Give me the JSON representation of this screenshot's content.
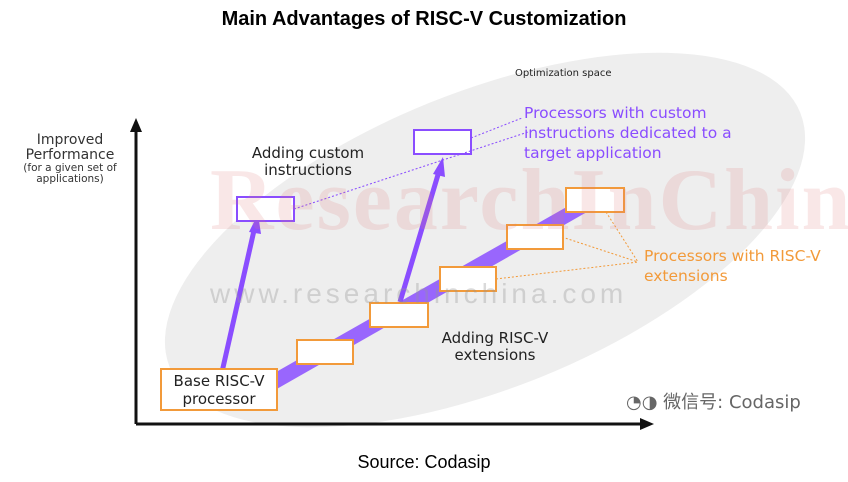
{
  "title": "Main Advantages of RISC-V Customization",
  "source": "Source: Codasip",
  "diagram": {
    "y_axis_label": "Improved Performance",
    "y_axis_sublabel": "(for a given set of applications)",
    "optimization_space_label": "Optimization space",
    "adding_custom_label": "Adding custom instructions",
    "adding_riscv_label": "Adding RISC-V extensions",
    "base_processor_label": "Base RISC-V processor",
    "custom_processors_label": "Processors with custom instructions dedicated to a target application",
    "riscv_processors_label": "Processors with RISC-V extensions",
    "colors": {
      "purple": "#8a4dff",
      "orange": "#f29a3a",
      "axis": "#111111",
      "ellipse": "#eeeeee"
    }
  },
  "watermarks": {
    "big": "ResearchInChina",
    "url": "www.researchinchina.com",
    "wechat": "微信号: Codasip",
    "wechat_icon": "wechat-icon"
  }
}
